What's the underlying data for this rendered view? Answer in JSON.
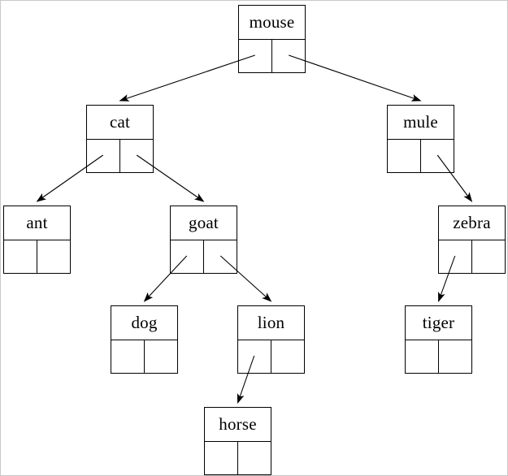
{
  "diagram": {
    "type": "binary-tree",
    "nodes": [
      {
        "id": "mouse",
        "label": "mouse"
      },
      {
        "id": "cat",
        "label": "cat"
      },
      {
        "id": "mule",
        "label": "mule"
      },
      {
        "id": "ant",
        "label": "ant"
      },
      {
        "id": "goat",
        "label": "goat"
      },
      {
        "id": "zebra",
        "label": "zebra"
      },
      {
        "id": "dog",
        "label": "dog"
      },
      {
        "id": "lion",
        "label": "lion"
      },
      {
        "id": "tiger",
        "label": "tiger"
      },
      {
        "id": "horse",
        "label": "horse"
      }
    ],
    "edges": [
      {
        "from": "mouse",
        "side": "left",
        "to": "cat"
      },
      {
        "from": "mouse",
        "side": "right",
        "to": "mule"
      },
      {
        "from": "cat",
        "side": "left",
        "to": "ant"
      },
      {
        "from": "cat",
        "side": "right",
        "to": "goat"
      },
      {
        "from": "mule",
        "side": "right",
        "to": "zebra"
      },
      {
        "from": "goat",
        "side": "left",
        "to": "dog"
      },
      {
        "from": "goat",
        "side": "right",
        "to": "lion"
      },
      {
        "from": "zebra",
        "side": "left",
        "to": "tiger"
      },
      {
        "from": "lion",
        "side": "left",
        "to": "horse"
      }
    ],
    "colors": {
      "line": "#000000",
      "node_border": "#000000",
      "background": "#ffffff",
      "page_border": "#c9c9c9"
    }
  }
}
